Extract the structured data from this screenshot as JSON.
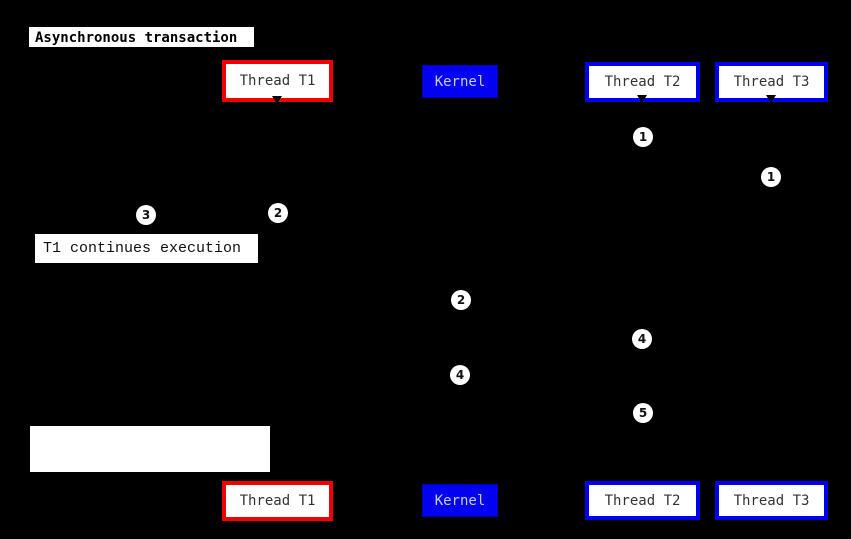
{
  "diagram_title": "Asynchronous transaction",
  "actors": [
    {
      "id": "thread-t1",
      "label": "Thread T1",
      "style": "red-outline"
    },
    {
      "id": "kernel",
      "label": "Kernel",
      "style": "blue-solid"
    },
    {
      "id": "thread-t2",
      "label": "Thread T2",
      "style": "blue-outline"
    },
    {
      "id": "thread-t3",
      "label": "Thread T3",
      "style": "blue-outline"
    }
  ],
  "notes": [
    {
      "text": "T1 continues execution"
    },
    {
      "text": ""
    }
  ],
  "markers": [
    {
      "value": "1"
    },
    {
      "value": "1"
    },
    {
      "value": "2"
    },
    {
      "value": "3"
    },
    {
      "value": "2"
    },
    {
      "value": "4"
    },
    {
      "value": "4"
    },
    {
      "value": "5"
    }
  ],
  "colors": {
    "background": "#000000",
    "t1_border": "#f20000",
    "t2_t3_border": "#0000f0",
    "kernel_fill": "#0202f0",
    "kernel_text": "#c9c9f2",
    "actor_text": "#333333",
    "note_bg": "#ffffff",
    "marker_bg": "#ffffff",
    "marker_text": "#111111"
  }
}
